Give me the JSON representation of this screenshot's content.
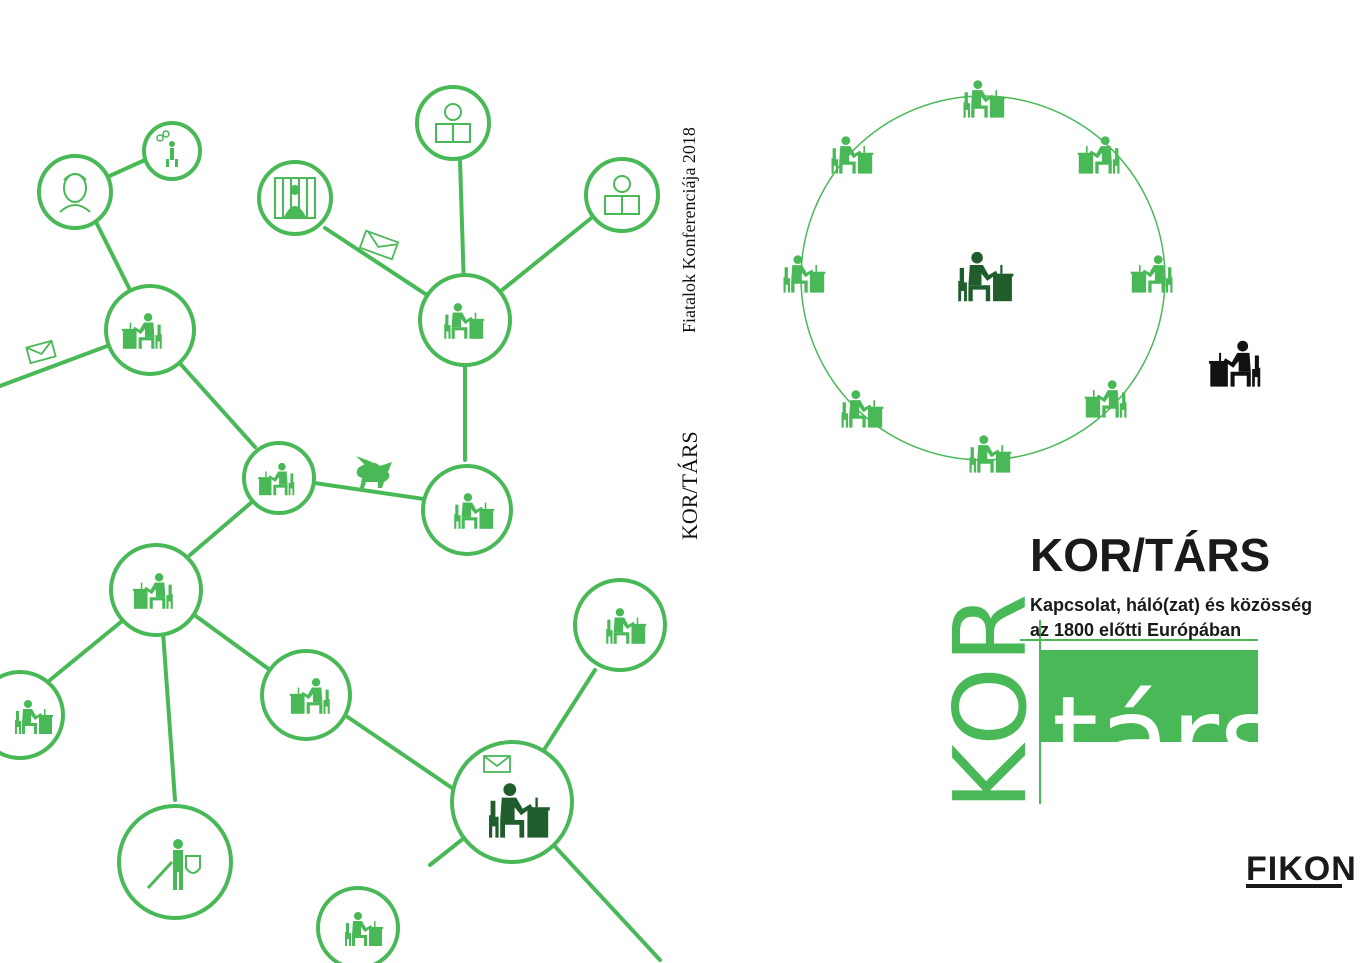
{
  "back_cover": {
    "spine_conference": "Fiatalok Konferenciája 2018",
    "spine_title": "KOR/TÁRS"
  },
  "front_cover": {
    "title": "KOR/TÁRS",
    "subtitle_line1": "Kapcsolat, háló(zat) és közösség",
    "subtitle_line2": "az 1800 előtti Európában",
    "logo_word_left": "KOR",
    "logo_word_right": "társ",
    "publisher": "FIKON"
  },
  "colors": {
    "green": "#49b957",
    "dark_green": "#1f5e2c",
    "black": "#111111"
  },
  "icons": [
    "person-at-desk-icon",
    "envelope-icon",
    "knight-icon",
    "prisoner-icon",
    "readers-icon",
    "pegasus-icon",
    "portrait-icon",
    "juggler-icon"
  ]
}
